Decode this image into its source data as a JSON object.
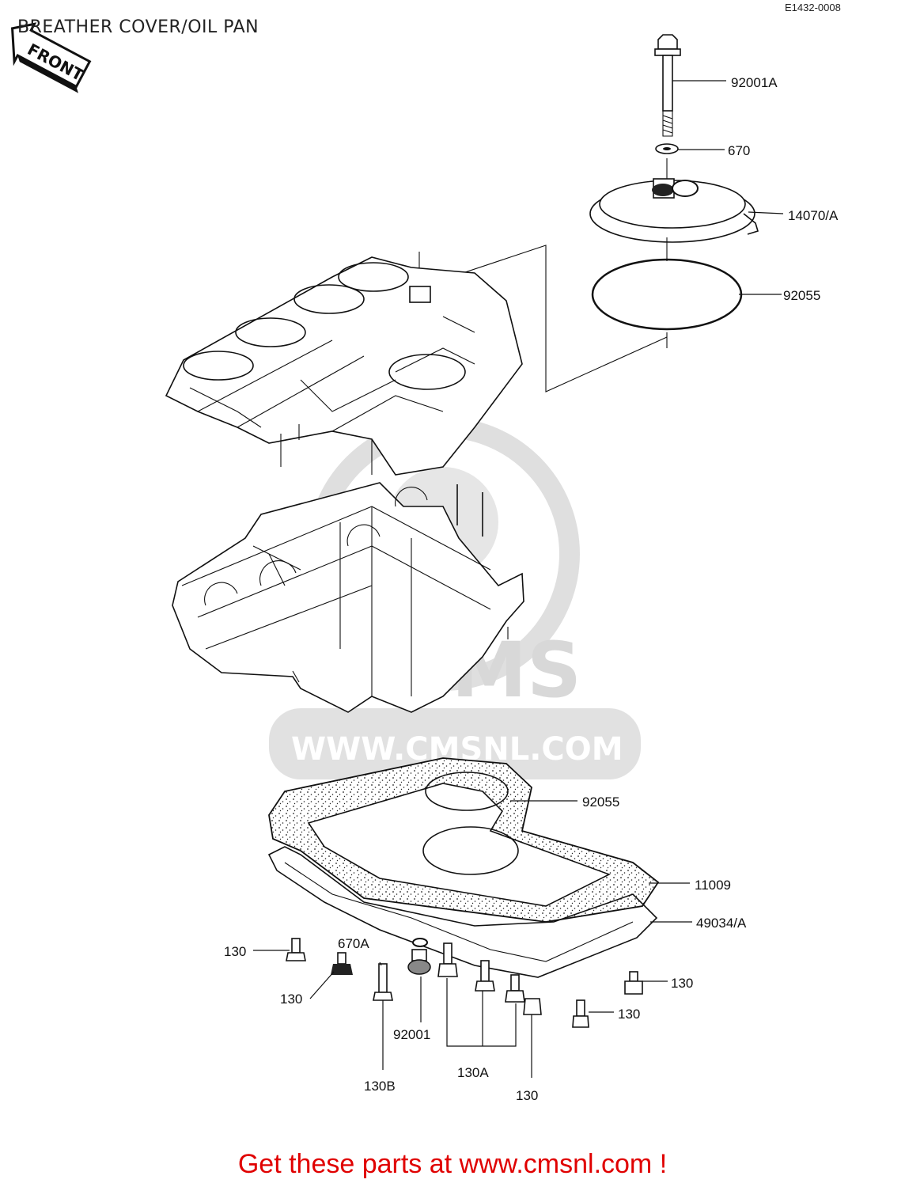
{
  "header": {
    "title": "BREATHER COVER/OIL PAN",
    "diagram_ref": "E1432-0008",
    "front_tag": "FRONT"
  },
  "watermark": {
    "brand": "CMS",
    "url": "WWW.CMSNL.COM"
  },
  "parts": {
    "p92001A": "92001A",
    "p670": "670",
    "p14070A": "14070/A",
    "p92055_top": "92055",
    "p92055_pan": "92055",
    "p11009": "11009",
    "p49034A": "49034/A",
    "p130_left": "130",
    "p670A": "670A",
    "p130_left2": "130",
    "p130_right": "130",
    "p130_right2": "130",
    "p92001": "92001",
    "p130A": "130A",
    "p130B": "130B",
    "p130_bottom": "130"
  },
  "footer": {
    "cta": "Get these parts at www.cmsnl.com !"
  }
}
